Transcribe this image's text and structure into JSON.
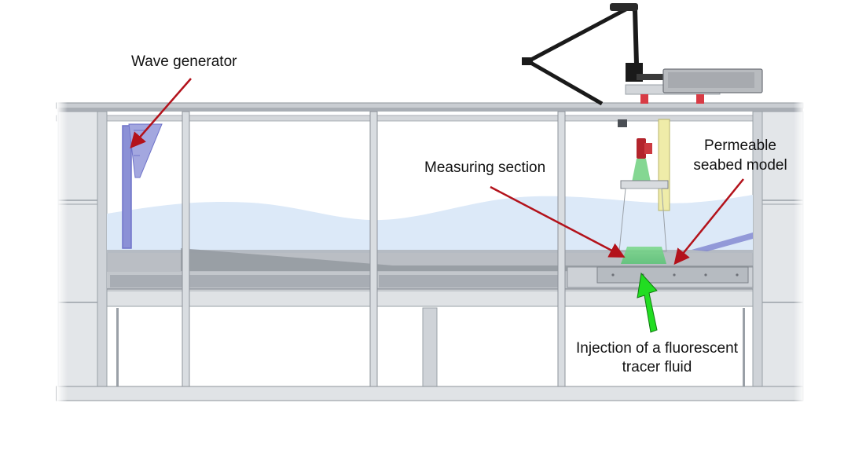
{
  "labels": {
    "wave_generator": "Wave generator",
    "measuring_section": "Measuring section",
    "permeable_seabed_line1": "Permeable",
    "permeable_seabed_line2": "seabed model",
    "injection_line1": "Injection of a fluorescent",
    "injection_line2": "tracer fluid"
  },
  "colors": {
    "frame": "#b7bcc2",
    "frame_dark": "#8e949b",
    "water": "#dce9f8",
    "beach": "#7c8088",
    "wave_maker": "#6f73c9",
    "annotation_arrow": "#b3121b",
    "tracer_arrow": "#22dd22",
    "laser_beam": "#4cc46a",
    "camera": "#b3242c",
    "rail": "#e6e29a",
    "robot_arm": "#1a1a1a"
  }
}
